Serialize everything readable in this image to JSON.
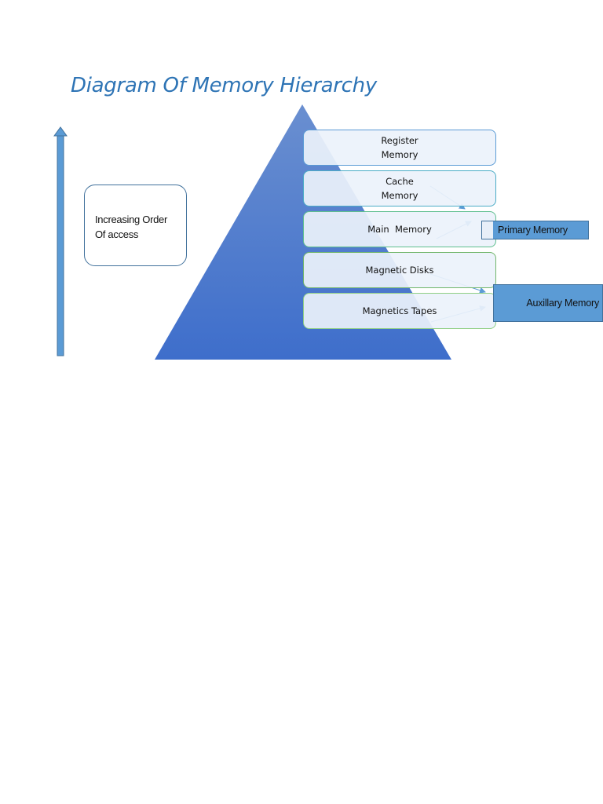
{
  "title": "Diagram Of Memory Hierarchy",
  "access_order": {
    "label_line1": "Increasing Order",
    "label_line2": "Of access"
  },
  "levels": [
    {
      "line1": "Register",
      "line2": "Memory"
    },
    {
      "line1": "Cache",
      "line2": "Memory"
    },
    {
      "line1": "Main  Memory",
      "line2": ""
    },
    {
      "line1": "Magnetic Disks",
      "line2": ""
    },
    {
      "line1": "Magnetics Tapes",
      "line2": ""
    }
  ],
  "groups": {
    "primary": "Primary Memory",
    "auxiliary": "Auxillary Memory"
  },
  "colors": {
    "title": "#2e74b5",
    "pyramid_top": "#6a8fd0",
    "pyramid_bottom": "#3e6ecb",
    "arrow": "#5b9bd5",
    "group_box": "#5b9bd5"
  }
}
